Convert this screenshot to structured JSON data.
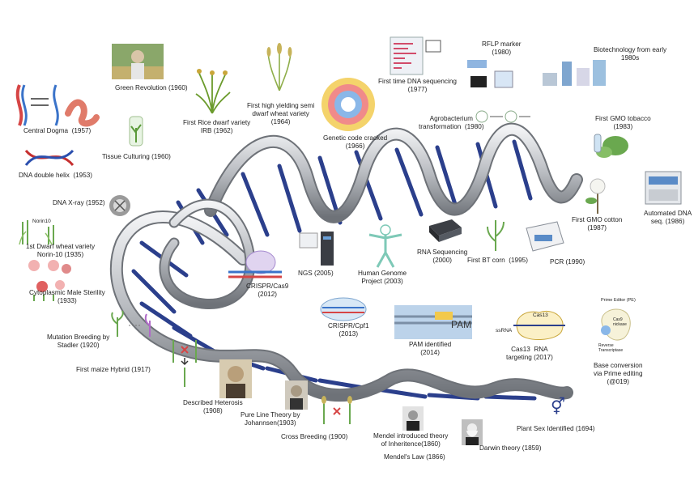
{
  "milestones": [
    {
      "id": "central-dogma",
      "label": "Central Dogma  (1957)"
    },
    {
      "id": "dna-double-helix",
      "label": "DNA double helix  (1953)"
    },
    {
      "id": "green-revolution",
      "label": "Green Revolution (1960)"
    },
    {
      "id": "tissue-culturing",
      "label": "Tissue Culturing (1960)"
    },
    {
      "id": "first-rice-dwarf",
      "label": "First Rice dwarf variety\nIRB (1962)"
    },
    {
      "id": "first-high-yield-wheat",
      "label": "First high yielding semi\ndwarf wheat variety\n(1964)"
    },
    {
      "id": "genetic-code",
      "label": "Genetic code cracked\n(1966)"
    },
    {
      "id": "first-dna-sequencing",
      "label": "First time DNA sequencing\n(1977)"
    },
    {
      "id": "rflp-marker",
      "label": "RFLP marker\n(1980)"
    },
    {
      "id": "agrobacterium",
      "label": "Agrobacterium\ntransformation  (1980)"
    },
    {
      "id": "biotech-1980s",
      "label": "Biotechnology from early\n1980s"
    },
    {
      "id": "first-gmo-tobacco",
      "label": "First GMO tobacco\n(1983)"
    },
    {
      "id": "first-gmo-cotton",
      "label": "First GMO cotton\n(1987)"
    },
    {
      "id": "automated-dna-seq",
      "label": "Automated DNA\nseq. (1986)"
    },
    {
      "id": "pcr",
      "label": "PCR (1990)"
    },
    {
      "id": "first-bt-corn",
      "label": "First BT corn  (1995)"
    },
    {
      "id": "rna-sequencing",
      "label": "RNA Sequencing\n(2000)"
    },
    {
      "id": "human-genome",
      "label": "Human Genome\nProject (2003)"
    },
    {
      "id": "ngs",
      "label": "NGS (2005)"
    },
    {
      "id": "crispr-cas9",
      "label": "CRISPR/Cas9\n(2012)"
    },
    {
      "id": "crispr-cpf1",
      "label": "CRISPR/Cpf1\n(2013)"
    },
    {
      "id": "pam-identified",
      "label": "PAM identified\n(2014)"
    },
    {
      "id": "cas13",
      "label": "Cas13  RNA\ntargeting (2017)"
    },
    {
      "id": "base-conversion",
      "label": "Base conversion\nvia Prime editing\n(@019)"
    },
    {
      "id": "dna-xray",
      "label": "DNA X-ray (1952)"
    },
    {
      "id": "norin10",
      "label": "1st Dwarf wheat variety\nNorin-10 (1935)"
    },
    {
      "id": "cms",
      "label": "Cytoplasmic Male Sterility\n(1933)"
    },
    {
      "id": "mutation-breeding",
      "label": "Mutation Breeding by\nStadler (1920)"
    },
    {
      "id": "first-maize-hybrid",
      "label": "First maize Hybrid (1917)"
    },
    {
      "id": "described-heterosis",
      "label": "Described Heterosis\n(1908)"
    },
    {
      "id": "pure-line",
      "label": "Pure Line Theory by\nJohannsen(1903)"
    },
    {
      "id": "cross-breeding",
      "label": "Cross Breeding (1900)"
    },
    {
      "id": "mendel-theory",
      "label": "Mendel introduced theory\nof Inheritence(1860)"
    },
    {
      "id": "mendels-law",
      "label": "Mendel's Law (1866)"
    },
    {
      "id": "darwin-theory",
      "label": "Darwin theory (1859)"
    },
    {
      "id": "plant-sex",
      "label": "Plant Sex Identified (1694)"
    }
  ],
  "icon_text": {
    "norin10_tag": "Norin10",
    "pam_text": "PAM",
    "cas13_tag": "Cas13",
    "ssrna_tag": "ssRNA",
    "prime_editor_tag": "Prime Editor (PE)",
    "reverse_transcriptase_tag": "Reverse\nTranscriptase",
    "cas9_nickase_tag": "Cas9\nnickase",
    "gender_symbol": "⚥"
  },
  "colors": {
    "helix_silver": "#b9bcc1",
    "helix_rung": "#2b3f8c",
    "plant": "#5b9a3a"
  }
}
